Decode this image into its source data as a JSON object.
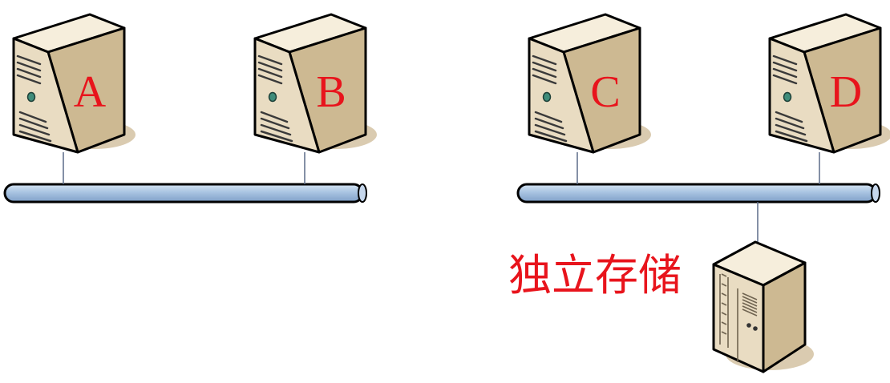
{
  "servers": [
    {
      "id": "A",
      "label": "A"
    },
    {
      "id": "B",
      "label": "B"
    },
    {
      "id": "C",
      "label": "C"
    },
    {
      "id": "D",
      "label": "D"
    }
  ],
  "storage": {
    "label": "独立存储"
  },
  "colors": {
    "label_red": "#e8141c",
    "bus_fill": "#a9c4e2",
    "case_front": "#e9dcc2",
    "case_side": "#cdb992",
    "case_top": "#f6eedc",
    "shadow": "#d3c2a2",
    "outline": "#000000"
  }
}
